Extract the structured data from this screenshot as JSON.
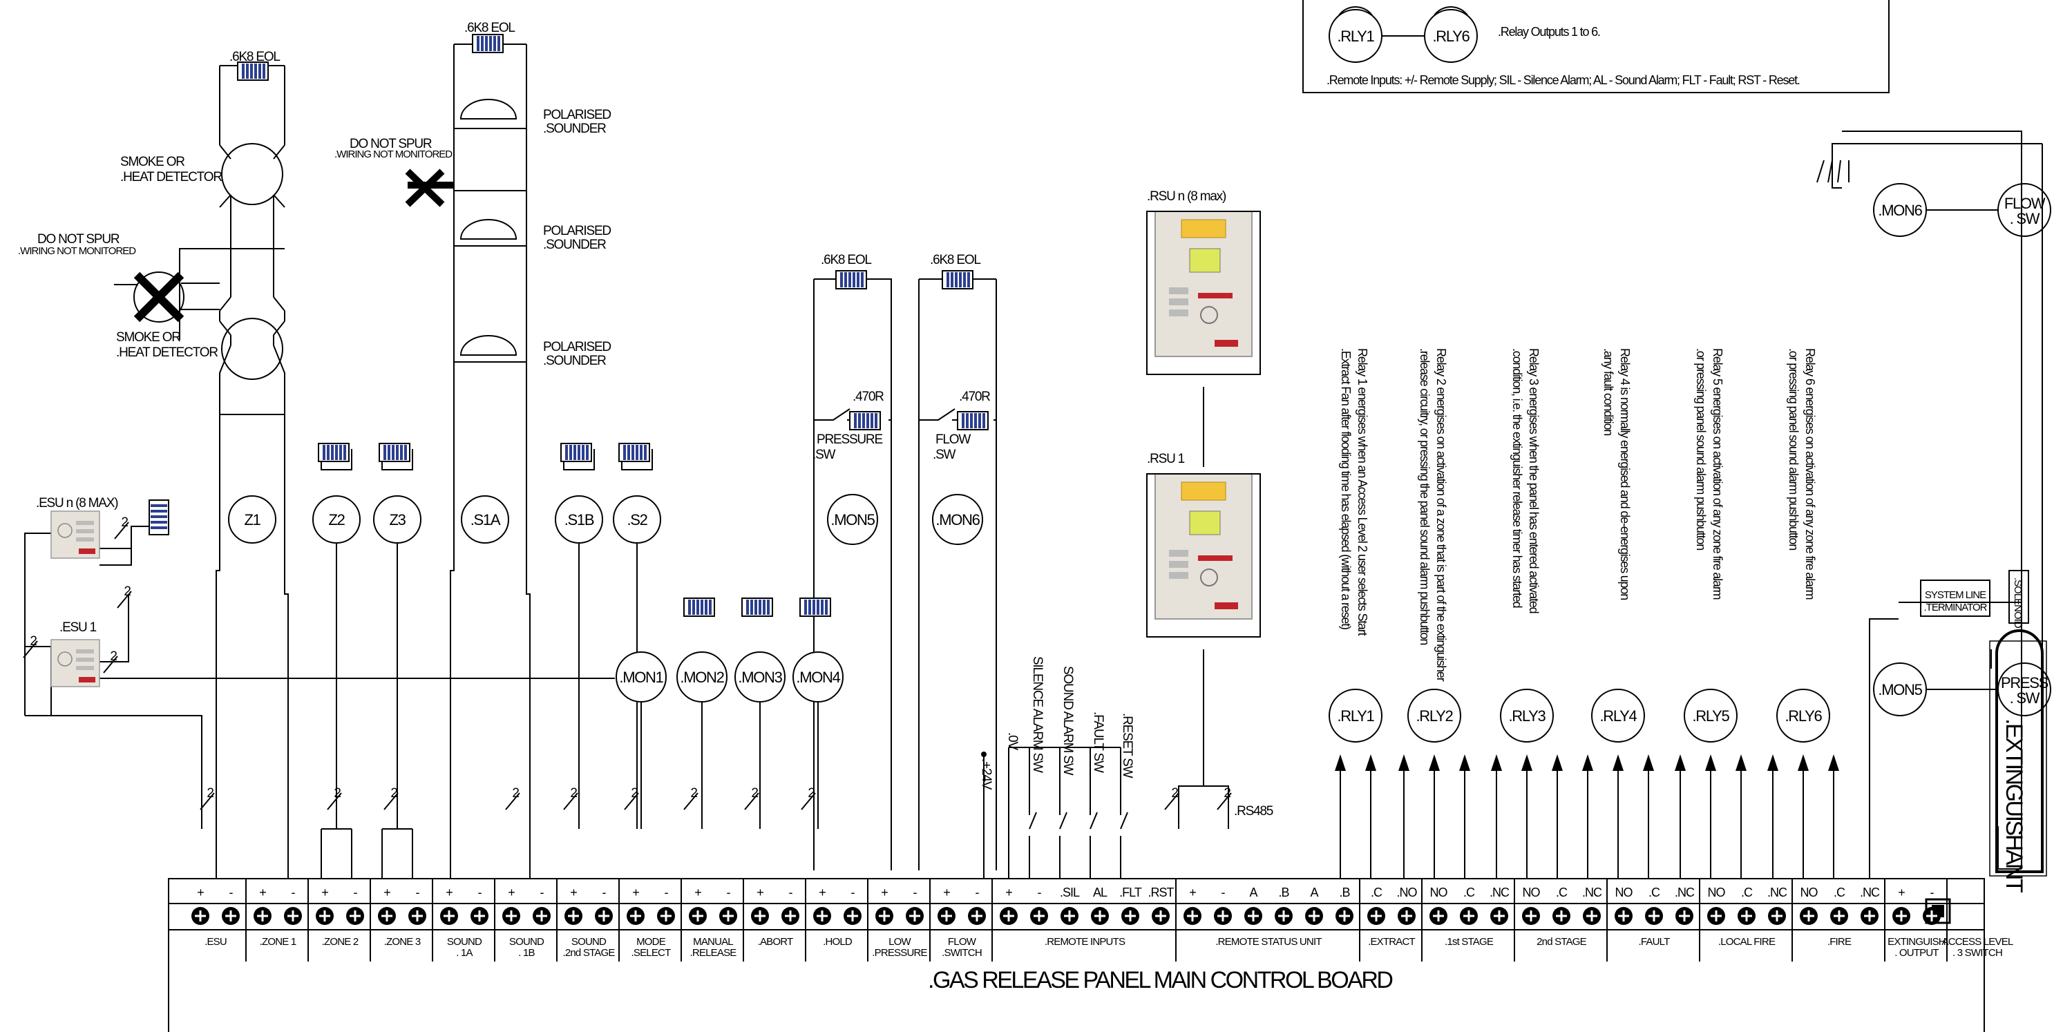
{
  "board": {
    "title": ".GAS RELEASE PANEL MAIN CONTROL BOARD"
  },
  "legend": {
    "relay_left": ".RLY1",
    "relay_right": ".RLY6",
    "relay_text": ".Relay Outputs 1 to 6.",
    "remote_inputs_text": ".Remote Inputs: +/- Remote Supply; SIL - Silence Alarm; AL - Sound Alarm; FLT - Fault; RST - Reset."
  },
  "terminal_groups": [
    {
      "id": "esu",
      "label": ".ESU",
      "label2": "",
      "terms": [
        "+",
        "-"
      ]
    },
    {
      "id": "zone1",
      "label": ".ZONE 1",
      "label2": "",
      "terms": [
        "+",
        "-"
      ]
    },
    {
      "id": "zone2",
      "label": ".ZONE 2",
      "label2": "",
      "terms": [
        "+",
        "-"
      ]
    },
    {
      "id": "zone3",
      "label": ".ZONE 3",
      "label2": "",
      "terms": [
        "+",
        "-"
      ]
    },
    {
      "id": "sound1a",
      "label": "SOUND",
      "label2": ". 1A",
      "terms": [
        "+",
        "-"
      ]
    },
    {
      "id": "sound1b",
      "label": "SOUND",
      "label2": ". 1B",
      "terms": [
        "+",
        "-"
      ]
    },
    {
      "id": "sound2",
      "label": "SOUND",
      "label2": ".2nd STAGE",
      "terms": [
        "+",
        "-"
      ]
    },
    {
      "id": "mode",
      "label": "MODE",
      "label2": ".SELECT",
      "terms": [
        "+",
        "-"
      ]
    },
    {
      "id": "manual",
      "label": "MANUAL",
      "label2": ".RELEASE",
      "terms": [
        "+",
        "-"
      ]
    },
    {
      "id": "abort",
      "label": ".ABORT",
      "label2": "",
      "terms": [
        "+",
        "-"
      ]
    },
    {
      "id": "hold",
      "label": ".HOLD",
      "label2": "",
      "terms": [
        "+",
        "-"
      ]
    },
    {
      "id": "lowp",
      "label": "LOW",
      "label2": ".PRESSURE",
      "terms": [
        "+",
        "-"
      ]
    },
    {
      "id": "flow",
      "label": "FLOW",
      "label2": ".SWITCH",
      "terms": [
        "+",
        "-"
      ]
    },
    {
      "id": "remin",
      "label": ".REMOTE INPUTS",
      "label2": "",
      "terms": [
        "+",
        "-",
        ".SIL",
        "AL",
        ".FLT",
        ".RST"
      ]
    },
    {
      "id": "rsu",
      "label": ".REMOTE STATUS UNIT",
      "label2": "",
      "terms": [
        "+",
        "-",
        "A",
        ".B",
        "A",
        ".B"
      ]
    },
    {
      "id": "extract",
      "label": ".EXTRACT",
      "label2": "",
      "terms": [
        ".C",
        ".NO"
      ]
    },
    {
      "id": "st1",
      "label": ".1st STAGE",
      "label2": "",
      "terms": [
        "NO",
        ".C",
        ".NC"
      ]
    },
    {
      "id": "st2",
      "label": "2nd STAGE",
      "label2": "",
      "terms": [
        "NO",
        ".C",
        ".NC"
      ]
    },
    {
      "id": "fault",
      "label": ".FAULT",
      "label2": "",
      "terms": [
        "NO",
        ".C",
        ".NC"
      ]
    },
    {
      "id": "localfire",
      "label": ".LOCAL FIRE",
      "label2": "",
      "terms": [
        "NO",
        ".C",
        ".NC"
      ]
    },
    {
      "id": "fire",
      "label": ".FIRE",
      "label2": "",
      "terms": [
        "NO",
        ".C",
        ".NC"
      ]
    },
    {
      "id": "extout",
      "label": "EXTINGUISH",
      "label2": ". OUTPUT",
      "terms": [
        "+",
        "-"
      ]
    },
    {
      "id": "access",
      "label": "ACCESS LEVEL",
      "label2": ". 3 SWITCH",
      "terms": []
    }
  ],
  "zones": [
    "Z1",
    "Z2",
    "Z3"
  ],
  "sounder_circuits": [
    ".S1A",
    ".S1B",
    ".S2"
  ],
  "monitors": [
    ".MON1",
    ".MON2",
    ".MON3",
    ".MON4",
    ".MON5",
    ".MON6"
  ],
  "relays": [
    ".RLY1",
    ".RLY2",
    ".RLY3",
    ".RLY4",
    ".RLY5",
    ".RLY6"
  ],
  "relay_notes": [
    "Relay 1 energises when an Access Level 2 user selects Start|.Extract Fan after flooding time has elapsed (without a reset)",
    "Relay 2 energises on activation of a zone that is part of the extinguisher|.release circuitry, or pressing the panel sound alarm pushbutton",
    "Relay 3 energises when the panel has entered activated|.condition, i.e. the extinguisher release timer has started",
    "Relay 4 is normally energised and de-energises upon|.any fault condition",
    "Relay 5 energises on activation of any zone fire alarm|.or pressing panel sound alarm pushbutton",
    "Relay 6 energises on activation of any zone fire alarm|.or pressing panel sound alarm pushbutton"
  ],
  "labels": {
    "eol": ".6K8 EOL",
    "detector": [
      "SMOKE OR",
      ".HEAT DETECTOR"
    ],
    "sounder": [
      "POLARISED",
      ".SOUNDER"
    ],
    "spur": [
      "DO NOT SPUR",
      ".WIRING NOT MONITORED"
    ],
    "pressure_sw": [
      "PRESSURE",
      ".SW"
    ],
    "flow_sw": [
      "FLOW",
      ".SW"
    ],
    "resistor": ".470R",
    "esu_n": ".ESU n (8 MAX)",
    "esu_1": ".ESU 1",
    "rsu_n": ".RSU n (8 max)",
    "rsu_1": ".RSU 1",
    "rs485": ".RS485",
    "two": "2",
    "v24": ".+24V",
    "v0": ".0V",
    "switches": [
      "SILENCE ALARM SW",
      "SOUND ALARM SW",
      ".FAULT SW",
      ".RESET SW"
    ],
    "system_line_terminator": [
      "SYSTEM LINE",
      ".TERMINATOR"
    ],
    "solenoid": ".SOLENOID",
    "extinguishant": ".EXTINGUISHANT",
    "mon6": ".MON6",
    "flow_sw_right": [
      "FLOW",
      ". SW"
    ],
    "mon5": ".MON5",
    "press_sw_right": [
      "PRESS",
      ". SW"
    ]
  },
  "colors": {
    "ink": "#000000",
    "paper": "#ffffff",
    "resistor_band": "#2b3f8f",
    "device_body": "#e6e2da",
    "device_display": "#f3c43a",
    "device_logo": "#c0242a"
  }
}
